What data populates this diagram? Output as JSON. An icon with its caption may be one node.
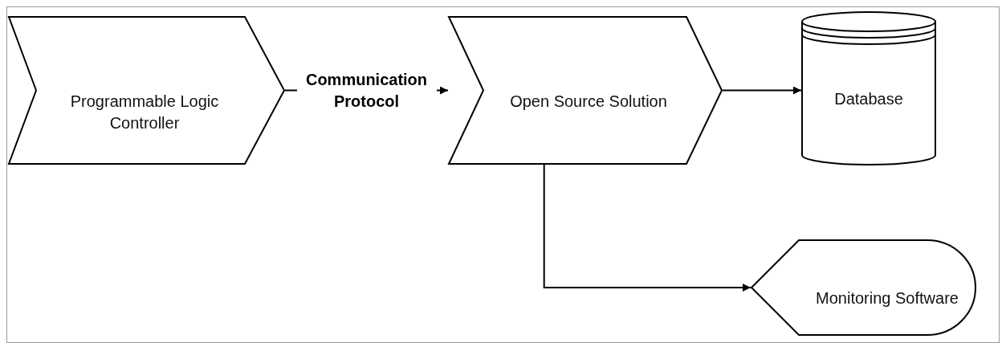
{
  "diagram": {
    "nodes": [
      {
        "text": [
          "Programmable Logic Controller"
        ]
      },
      {
        "text": [
          "Open Source Solution"
        ]
      },
      {
        "text": [
          "Database"
        ]
      },
      {
        "text": [
          "Monitoring Software"
        ]
      }
    ],
    "edges": [
      {
        "from": 0,
        "to": 1,
        "arrow": "to",
        "label": "Communication Protocol"
      },
      {
        "from": 1,
        "to": 2,
        "arrow": "to"
      },
      {
        "from": 1,
        "to": 3,
        "arrow": "to"
      }
    ]
  }
}
